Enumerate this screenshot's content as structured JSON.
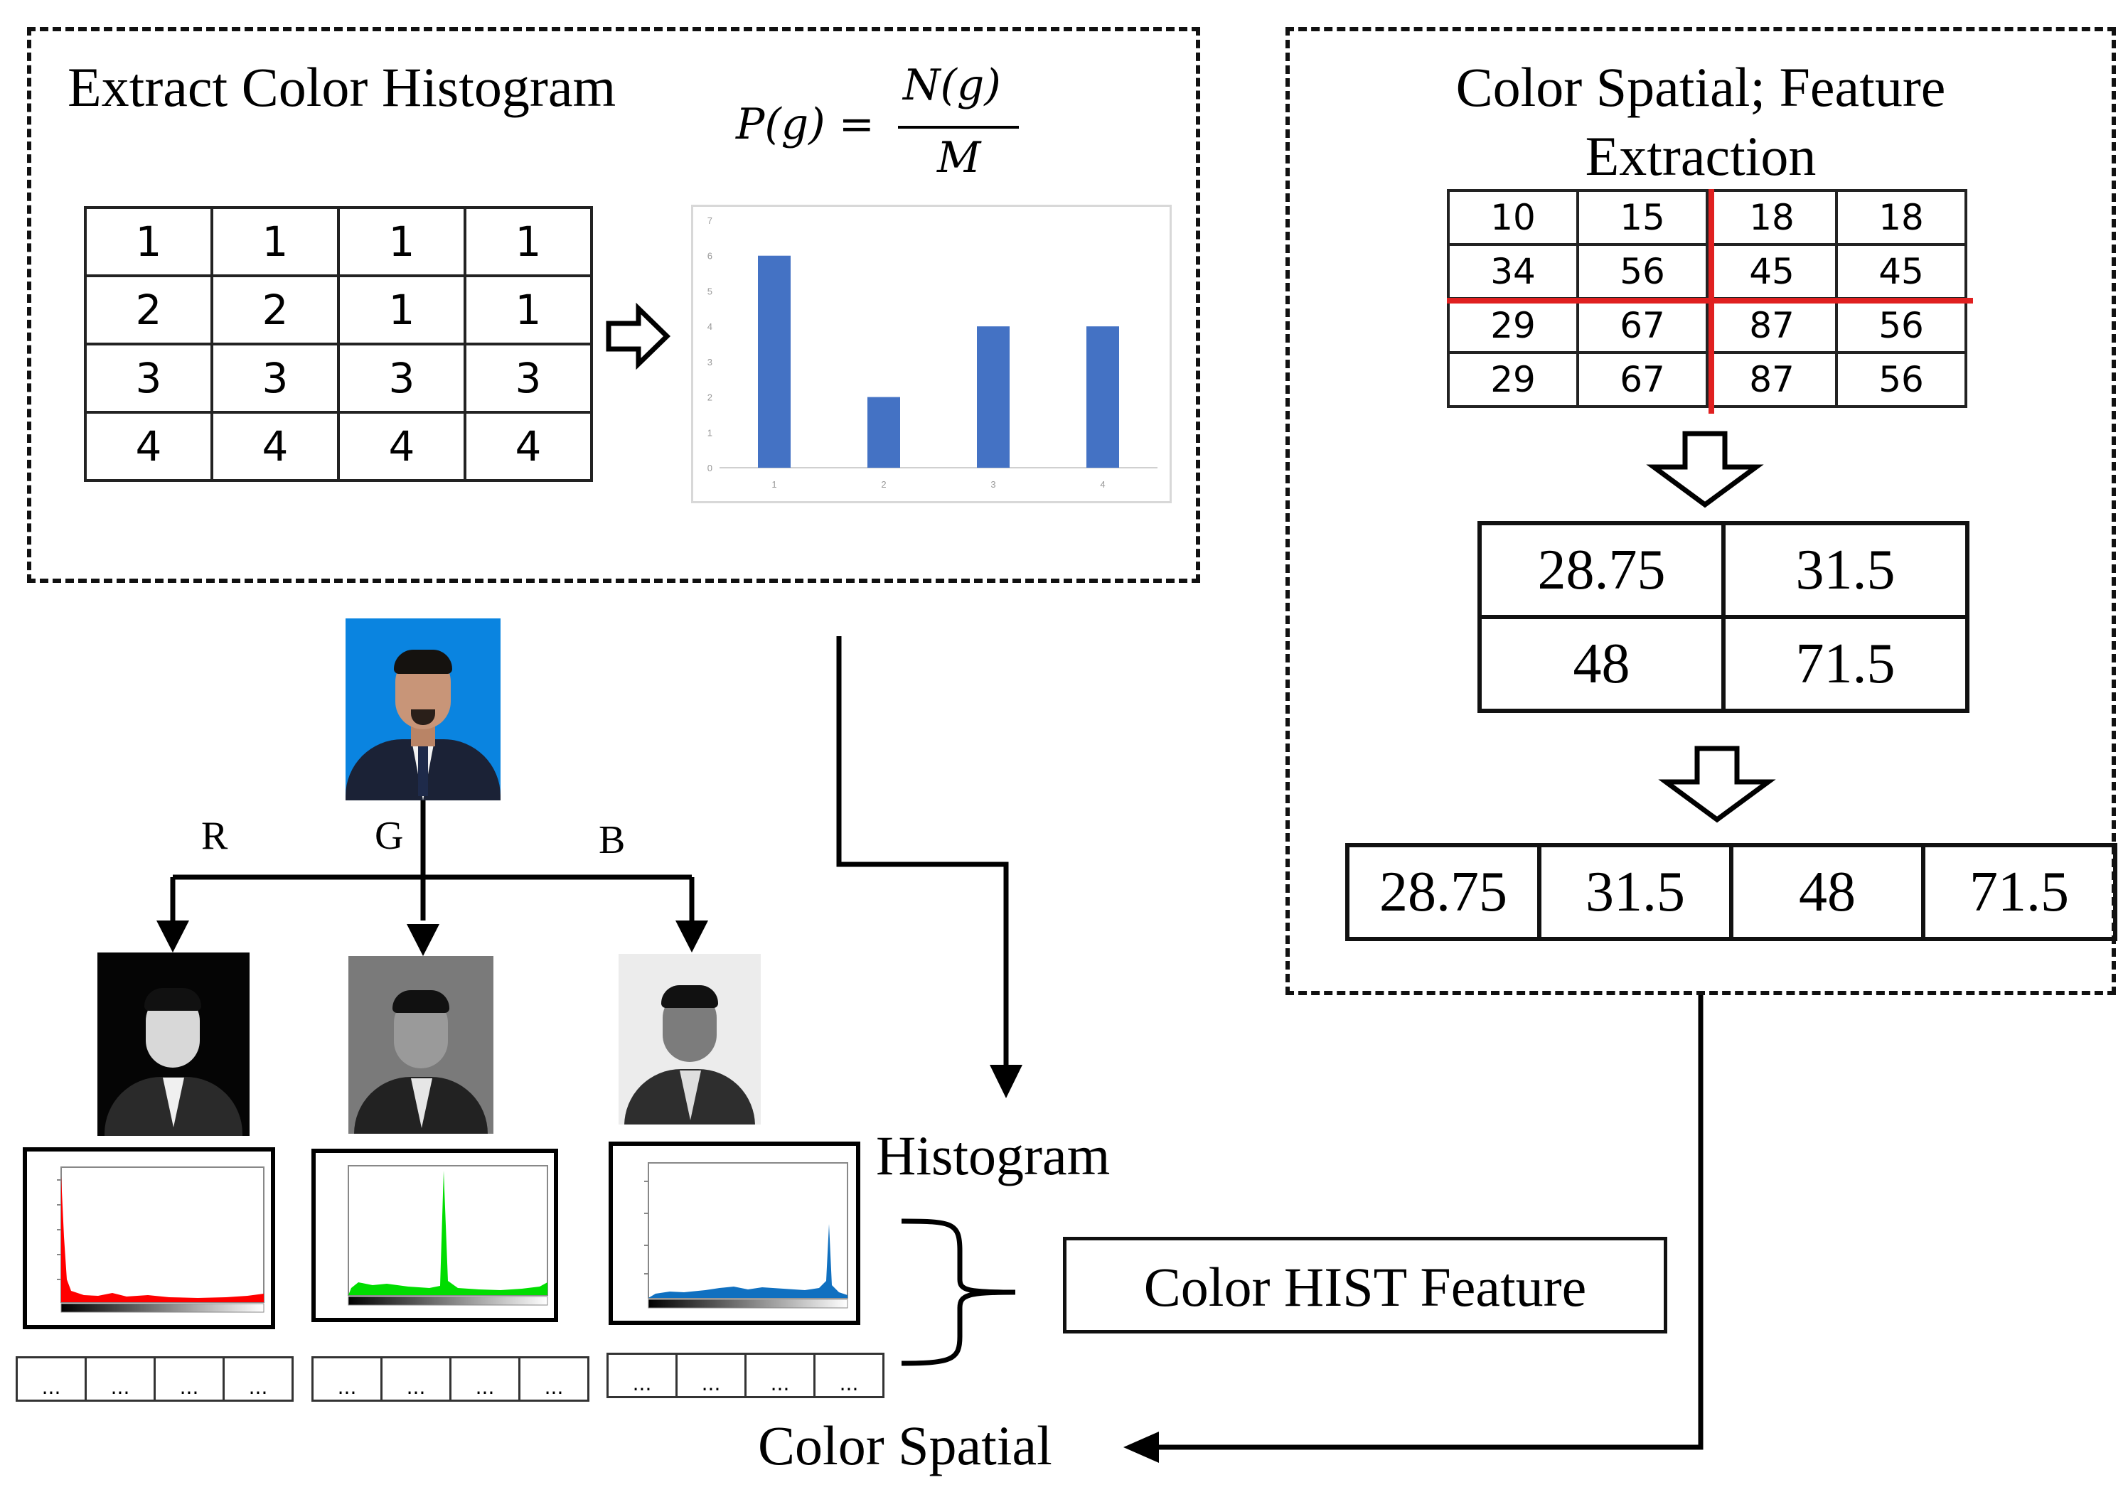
{
  "left_panel": {
    "title": "Extract Color Histogram",
    "formula": {
      "lhs": "P(g) =",
      "numerator": "N(g)",
      "denominator": "M"
    },
    "matrix": [
      [
        "1",
        "1",
        "1",
        "1"
      ],
      [
        "2",
        "2",
        "1",
        "1"
      ],
      [
        "3",
        "3",
        "3",
        "3"
      ],
      [
        "4",
        "4",
        "4",
        "4"
      ]
    ]
  },
  "chart_data": {
    "type": "bar",
    "categories": [
      "1",
      "2",
      "3",
      "4"
    ],
    "values": [
      6,
      2,
      4,
      4
    ],
    "ylim": [
      0,
      7
    ],
    "yticks": [
      "0",
      "1",
      "2",
      "3",
      "4",
      "5",
      "6",
      "7"
    ],
    "title": "",
    "xlabel": "",
    "ylabel": "",
    "bar_color": "#4472c4",
    "grid": false
  },
  "right_panel": {
    "title_line1": "Color Spatial; Feature",
    "title_line2": "Extraction",
    "matrix": [
      [
        "10",
        "15",
        "18",
        "18"
      ],
      [
        "34",
        "56",
        "45",
        "45"
      ],
      [
        "29",
        "67",
        "87",
        "56"
      ],
      [
        "29",
        "67",
        "87",
        "56"
      ]
    ],
    "averages": [
      [
        "28.75",
        "31.5"
      ],
      [
        "48",
        "71.5"
      ]
    ],
    "vector": [
      "28.75",
      "31.5",
      "48",
      "71.5"
    ],
    "divider_color": "#e02020"
  },
  "channels": {
    "labels": [
      "R",
      "G",
      "B"
    ],
    "histogram_colors": [
      "#ff0000",
      "#00dd00",
      "#1070c0"
    ]
  },
  "dots_row": [
    "...",
    "...",
    "...",
    "..."
  ],
  "labels": {
    "histogram": "Histogram",
    "color_hist_feature": "Color HIST Feature",
    "color_spatial": "Color Spatial"
  },
  "colors": {
    "photo_background": "#0a84e0",
    "suit": "#1b2236",
    "skin": "#c89578"
  }
}
